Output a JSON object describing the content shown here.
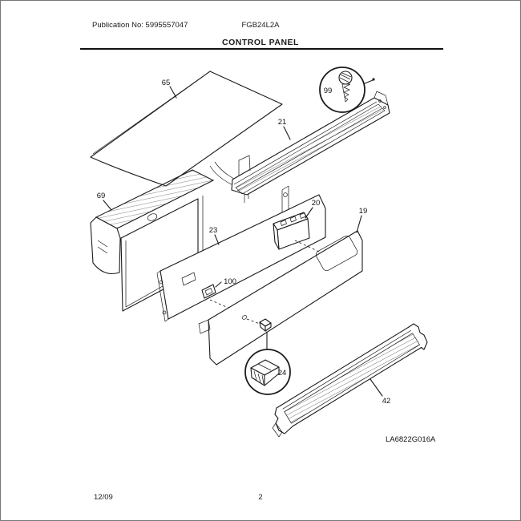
{
  "header": {
    "publication": "Publication No: 5995557047",
    "model": "FGB24L2A",
    "section_title": "CONTROL PANEL"
  },
  "diagram": {
    "code": "LA6822G016A",
    "callouts": {
      "65": "65",
      "21": "21",
      "99": "99",
      "69": "69",
      "23": "23",
      "20": "20",
      "19": "19",
      "100": "100",
      "24": "24",
      "42": "42"
    }
  },
  "footer": {
    "date_code": "12/09",
    "page_number": "2"
  }
}
